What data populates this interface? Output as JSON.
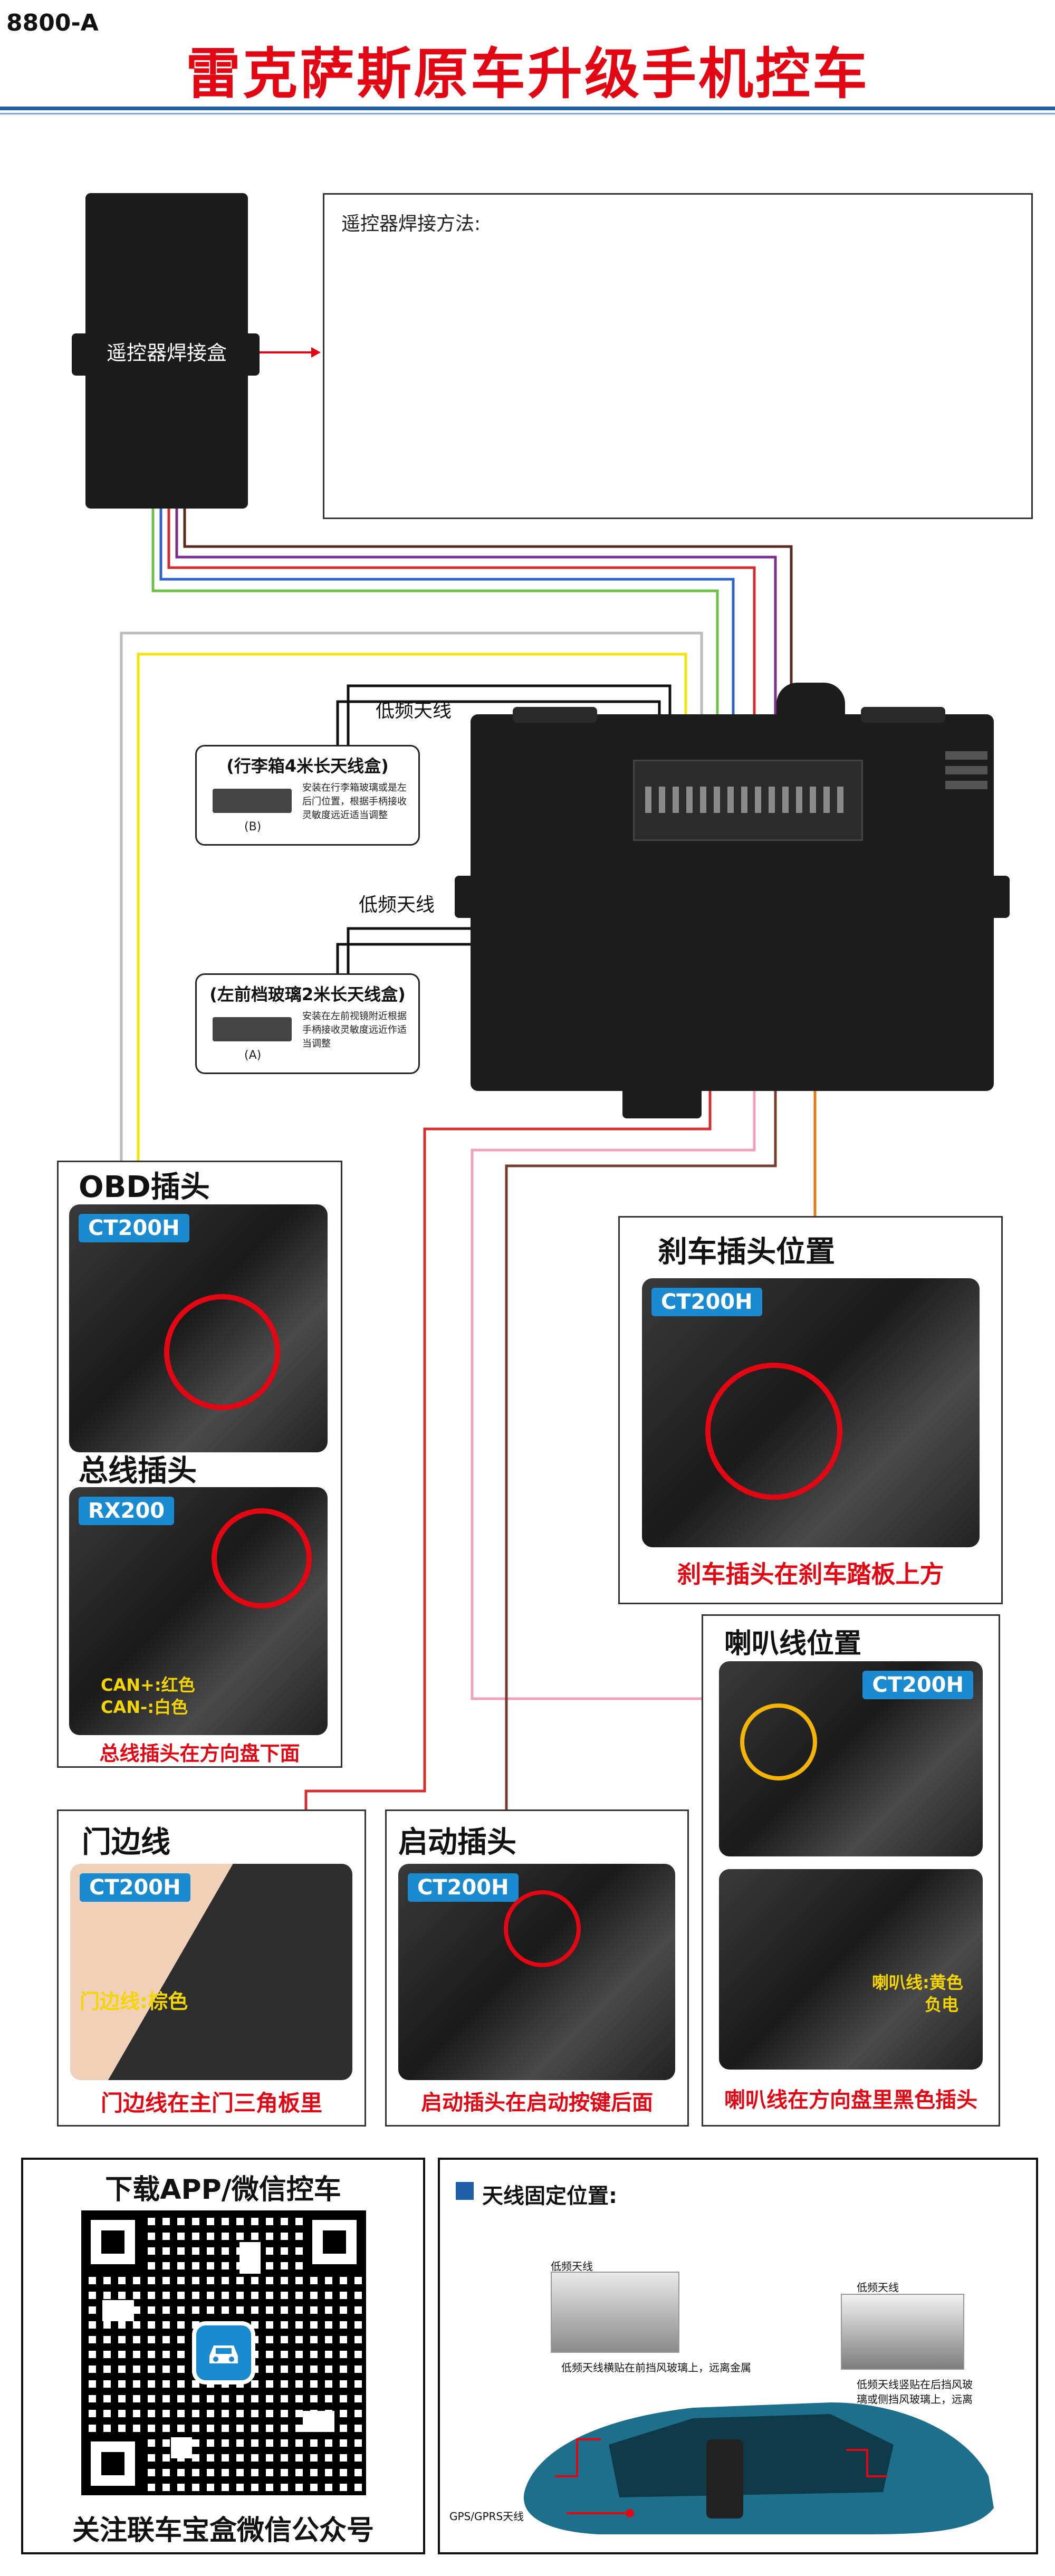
{
  "header": {
    "model": "8800-A",
    "title": "雷克萨斯原车升级手机控车"
  },
  "device_box": {
    "label": "遥控器焊接盒"
  },
  "weld_panel": {
    "title": "遥控器焊接方法:"
  },
  "antennas": {
    "lf_label_1": "低频天线",
    "lf_label_2": "低频天线",
    "trunk": {
      "title": "(行李箱4米长天线盒)",
      "letter": "(B)",
      "desc": "安装在行李箱玻璃或是左后门位置，根据手柄接收灵敏度远近适当调整"
    },
    "front": {
      "title": "(左前档玻璃2米长天线盒)",
      "letter": "(A)",
      "desc": "安装在左前视镜附近根据手柄接收灵敏度远近作适当调整"
    }
  },
  "obd": {
    "title": "OBD插头",
    "badge": "CT200H"
  },
  "bus": {
    "title": "总线插头",
    "badge": "RX200",
    "can_h": "CAN+:红色",
    "can_l": "CAN-:白色",
    "caption": "总线插头在方向盘下面"
  },
  "brake": {
    "title": "刹车插头位置",
    "badge": "CT200H",
    "caption": "刹车插头在刹车踏板上方"
  },
  "horn": {
    "title": "喇叭线位置",
    "badge": "CT200H",
    "note_1": "喇叭线:黄色",
    "note_2": "负电",
    "caption": "喇叭线在方向盘里黑色插头"
  },
  "door": {
    "title": "门边线",
    "badge": "CT200H",
    "note": "门边线:棕色",
    "caption": "门边线在主门三角板里"
  },
  "start": {
    "title": "启动插头",
    "badge": "CT200H",
    "caption": "启动插头在启动按键后面"
  },
  "qr": {
    "title": "下载APP/微信控车",
    "footer": "关注联车宝盒微信公众号"
  },
  "antenna_fix": {
    "title": "天线固定位置:",
    "lf_front": "低频天线",
    "lf_front_note": "低频天线横贴在前挡风玻璃上，远离金属",
    "lf_rear": "低频天线",
    "lf_rear_note": "低频天线竖贴在后挡风玻璃或侧挡风玻璃上，远离金属",
    "gps": "GPS/GPRS天线"
  },
  "colors": {
    "title_red": "#e30613",
    "brand_blue": "#1a8ad1",
    "note_yellow": "#f5d500",
    "car_teal": "#1e6f8c"
  }
}
